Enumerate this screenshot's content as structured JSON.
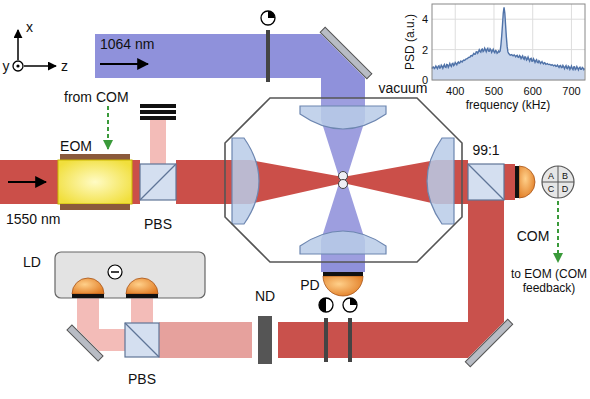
{
  "diagram": {
    "nodes": [
      {
        "text": [
          "EOM"
        ]
      },
      {
        "text": [
          "PBS"
        ]
      },
      {
        "text": [
          "vacuum"
        ]
      },
      {
        "text": [
          "PD"
        ]
      },
      {
        "text": [
          "99:1"
        ]
      },
      {
        "text": [
          "COM"
        ]
      },
      {
        "text": [
          "LD"
        ]
      },
      {
        "text": [
          "PBS"
        ]
      },
      {
        "text": [
          "ND"
        ]
      }
    ],
    "edges": [
      {
        "from": 0,
        "to": 1,
        "arrow": "none"
      },
      {
        "from": 1,
        "to": 2,
        "arrow": "none"
      },
      {
        "from": 2,
        "to": 4,
        "arrow": "none"
      },
      {
        "from": 4,
        "to": 5,
        "arrow": "none"
      },
      {
        "from": 2,
        "to": 3,
        "arrow": "none"
      },
      {
        "from": 4,
        "to": 8,
        "arrow": "none"
      },
      {
        "from": 8,
        "to": 7,
        "arrow": "none"
      },
      {
        "from": 7,
        "to": 6,
        "arrow": "none"
      },
      {
        "from": 7,
        "to": 6,
        "arrow": "none"
      }
    ],
    "labels": [
      "x",
      "y",
      "z",
      "1064 nm",
      "1550 nm",
      "from COM",
      "A",
      "B",
      "C",
      "D",
      "to EOM (COM feedback)",
      "PSD (a.u.)",
      "0",
      "2",
      "4",
      "400",
      "500",
      "600",
      "700",
      "frequency (kHz)"
    ]
  }
}
